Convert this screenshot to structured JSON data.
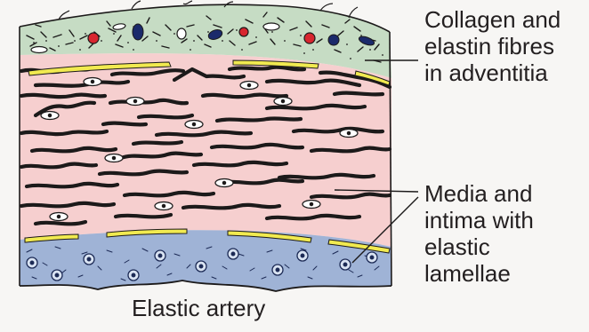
{
  "labels": {
    "adventitia": [
      "Collagen and",
      "elastin fibres",
      "in adventitia"
    ],
    "media": [
      "Media and",
      "intima with",
      "elastic",
      "lamellae"
    ]
  },
  "caption": "Elastic artery",
  "colors": {
    "adventitia": "#c6dcc4",
    "media": "#f6cfcf",
    "intima": "#9fb3d6",
    "lamina": "#f1ea50",
    "fibre": "#1c1a1a",
    "cell_red": "#d8262f",
    "cell_blue": "#1b2a6b"
  }
}
